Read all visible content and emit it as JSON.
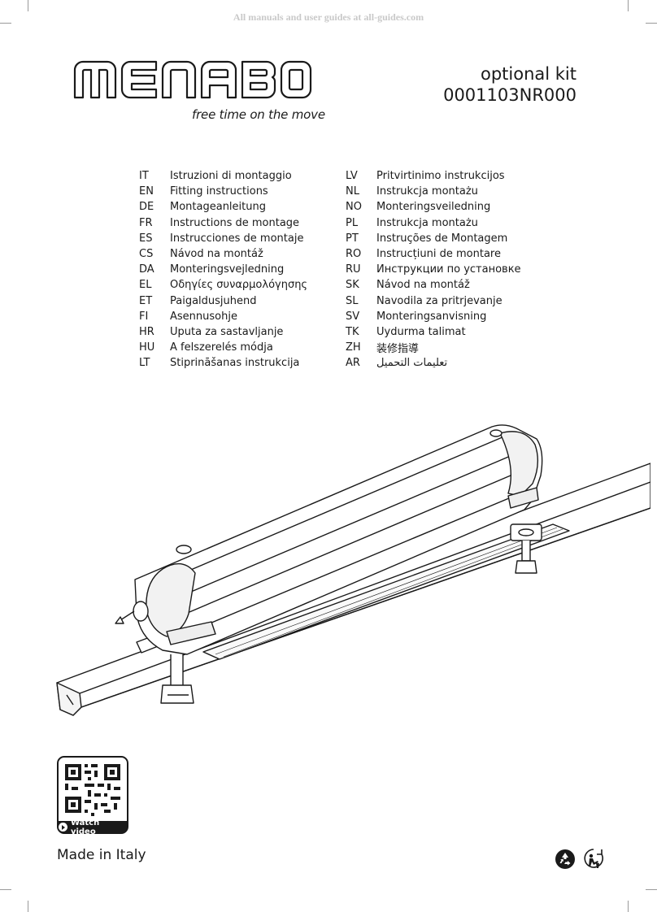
{
  "watermark": "All manuals and user guides at all-guides.com",
  "brand": {
    "logo_text": "MENABO",
    "tagline": "free time on the move"
  },
  "kit": {
    "label": "optional kit",
    "code": "0001103NR000"
  },
  "languages_left": [
    {
      "code": "IT",
      "text": "Istruzioni di montaggio"
    },
    {
      "code": "EN",
      "text": "Fitting instructions"
    },
    {
      "code": "DE",
      "text": "Montageanleitung"
    },
    {
      "code": "FR",
      "text": "Instructions de montage"
    },
    {
      "code": "ES",
      "text": "Instrucciones de montaje"
    },
    {
      "code": "CS",
      "text": "Návod na montáž"
    },
    {
      "code": "DA",
      "text": "Monteringsvejledning"
    },
    {
      "code": "EL",
      "text": "Οδηγίες συναρμολόγησης"
    },
    {
      "code": "ET",
      "text": "Paigaldusjuhend"
    },
    {
      "code": "FI",
      "text": "Asennusohje"
    },
    {
      "code": "HR",
      "text": "Uputa za sastavljanje"
    },
    {
      "code": "HU",
      "text": "A felszerelés módja"
    },
    {
      "code": "LT",
      "text": "Stiprināšanas instrukcija"
    }
  ],
  "languages_right": [
    {
      "code": "LV",
      "text": "Pritvirtinimo instrukcijos"
    },
    {
      "code": "NL",
      "text": "Instrukcja montażu"
    },
    {
      "code": "NO",
      "text": "Monteringsveiledning"
    },
    {
      "code": "PL",
      "text": "Instrukcja montażu"
    },
    {
      "code": "PT",
      "text": "Instruções de Montagem"
    },
    {
      "code": "RO",
      "text": "Instrucțiuni de montare"
    },
    {
      "code": "RU",
      "text": "Инструкции по установке"
    },
    {
      "code": "SK",
      "text": "Návod na montáž"
    },
    {
      "code": "SL",
      "text": "Navodila za pritrjevanje"
    },
    {
      "code": "SV",
      "text": "Monteringsanvisning"
    },
    {
      "code": "TK",
      "text": "Uydurma talimat"
    },
    {
      "code": "ZH",
      "text": "装修指導"
    },
    {
      "code": "AR",
      "text": "تعليمات التحميل"
    }
  ],
  "qr": {
    "button_label": "Watch video",
    "icon": "play-icon"
  },
  "footer": {
    "made_in": "Made in Italy",
    "icons": [
      "recycle-icon",
      "bin-icon"
    ]
  }
}
